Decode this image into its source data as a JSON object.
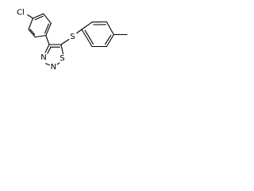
{
  "atoms": {
    "chlorine": "Cl",
    "sulfur_thioether": "S",
    "sulfur_ring": "S",
    "nitrogen_upper": "N",
    "nitrogen_lower": "N"
  },
  "colors": {
    "bond": "#000000",
    "background": "#ffffff"
  }
}
